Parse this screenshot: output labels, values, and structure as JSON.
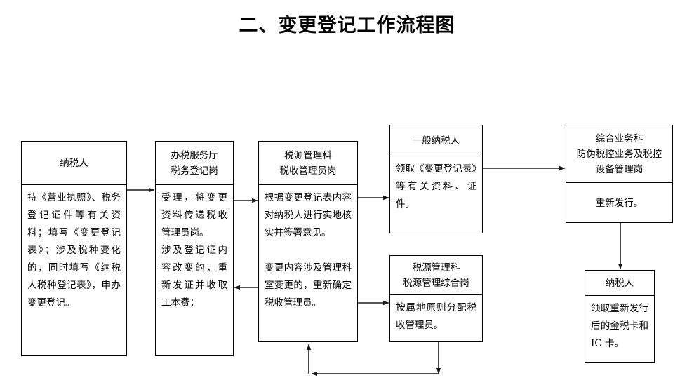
{
  "title": "二、变更登记工作流程图",
  "colors": {
    "line": "#000000",
    "box_border": "#000000",
    "background": "#ffffff",
    "text": "#000000"
  },
  "nodes": [
    {
      "id": "taxpayer-start",
      "header": "纳税人",
      "body": "持《营业执照》、税务登记证件等有关资料；填写《变更登记表》；涉及税种变化的，同时填写《纳税人税种登记表》，申办变更登记。"
    },
    {
      "id": "tax-service-hall",
      "header": "办税服务厅\n税务登记岗",
      "body": "受理，将变更资料传递税收管理员岗。\n涉及登记证内容改变的，重新发证并收取工本费；"
    },
    {
      "id": "source-admin-officer",
      "header": "税源管理科\n税收管理员岗",
      "body": "根据变更登记表内容对纳税人进行实地核实并签署意见。\n\n变更内容涉及管理科室变更的，重新确定税收管理员。"
    },
    {
      "id": "general-taxpayer",
      "header": "一般纳税人",
      "body": "领取《变更登记表》等有关资料、证件。"
    },
    {
      "id": "source-admin-general",
      "header": "税源管理科\n税源管理综合岗",
      "body": "按属地原则分配税收管理员。"
    },
    {
      "id": "comprehensive-business",
      "header": "综合业务科\n防伪税控业务及税控\n设备管理岗",
      "body": "重新发行。"
    },
    {
      "id": "taxpayer-end",
      "header": "纳税人",
      "body": "领取重新发行后的金税卡和 IC 卡。"
    }
  ],
  "connectors": [
    {
      "id": "start-to-hall",
      "from": "taxpayer-start",
      "to": "tax-service-hall",
      "direction": "right"
    },
    {
      "id": "hall-to-officer",
      "from": "tax-service-hall",
      "to": "source-admin-officer",
      "direction": "right"
    },
    {
      "id": "officer-to-hall-back",
      "from": "source-admin-officer",
      "to": "tax-service-hall",
      "direction": "left"
    },
    {
      "id": "officer-to-general-taxpayer",
      "from": "source-admin-officer",
      "to": "general-taxpayer",
      "direction": "right"
    },
    {
      "id": "officer-to-source-general",
      "from": "source-admin-officer",
      "to": "source-admin-general",
      "direction": "right"
    },
    {
      "id": "general-taxpayer-to-comprehensive",
      "from": "general-taxpayer",
      "to": "comprehensive-business",
      "direction": "right"
    },
    {
      "id": "comprehensive-to-taxpayer-end",
      "from": "comprehensive-business",
      "to": "taxpayer-end",
      "direction": "down"
    },
    {
      "id": "source-general-loop-back",
      "from": "source-admin-general",
      "to": "source-admin-officer",
      "direction": "loop-bottom"
    }
  ]
}
